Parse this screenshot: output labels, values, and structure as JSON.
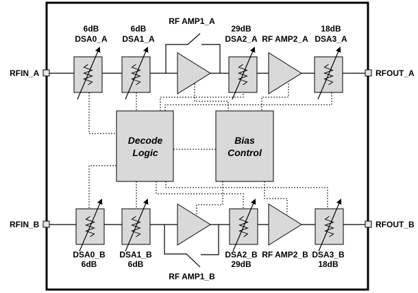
{
  "colors": {
    "block_fill": "#d9d9d9",
    "line": "#000000",
    "background": "#ffffff"
  },
  "ports": {
    "rfin_a": "RFIN_A",
    "rfout_a": "RFOUT_A",
    "rfin_b": "RFIN_B",
    "rfout_b": "RFOUT_B"
  },
  "channel_a": {
    "dsa0": {
      "name": "DSA0_A",
      "atten": "6dB"
    },
    "dsa1": {
      "name": "DSA1_A",
      "atten": "6dB"
    },
    "amp1": {
      "name": "RF AMP1_A"
    },
    "dsa2": {
      "name": "DSA2_A",
      "atten": "29dB"
    },
    "amp2": {
      "name": "RF AMP2_A"
    },
    "dsa3": {
      "name": "DSA3_A",
      "atten": "18dB"
    }
  },
  "channel_b": {
    "dsa0": {
      "name": "DSA0_B",
      "atten": "6dB"
    },
    "dsa1": {
      "name": "DSA1_B",
      "atten": "6dB"
    },
    "amp1": {
      "name": "RF AMP1_B"
    },
    "dsa2": {
      "name": "DSA2_B",
      "atten": "29dB"
    },
    "amp2": {
      "name": "RF AMP2_B"
    },
    "dsa3": {
      "name": "DSA3_B",
      "atten": "18dB"
    }
  },
  "decode_logic": {
    "line1": "Decode",
    "line2": "Logic"
  },
  "bias_control": {
    "line1": "Bias",
    "line2": "Control"
  }
}
